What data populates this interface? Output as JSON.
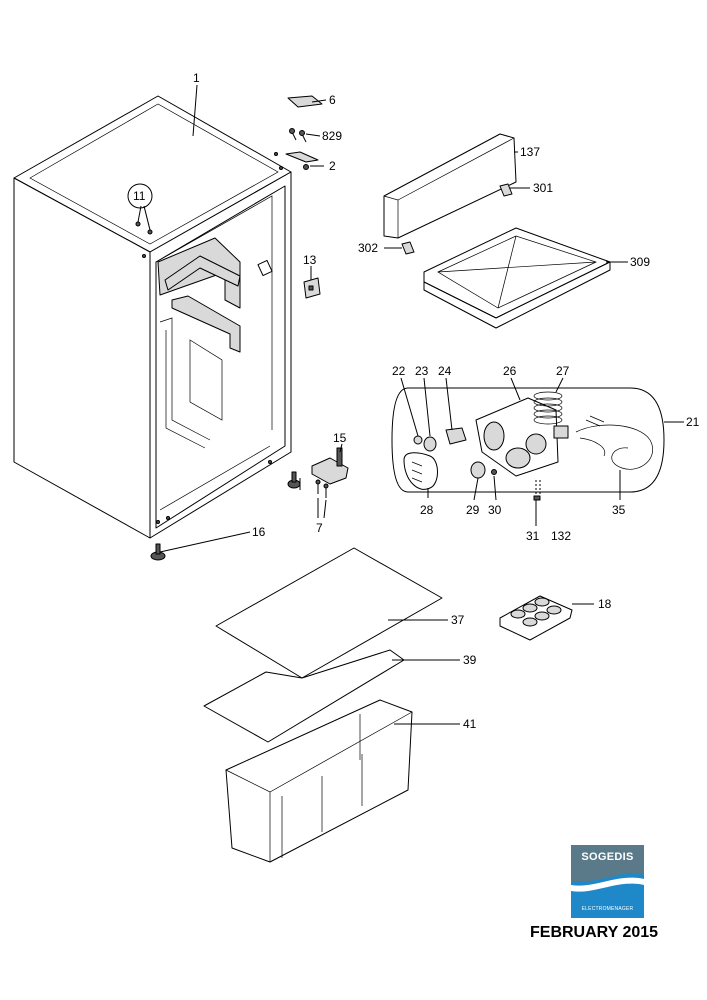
{
  "labels": {
    "p1": "1",
    "p6": "6",
    "p829": "829",
    "p2": "2",
    "p137": "137",
    "p301": "301",
    "p11": "11",
    "p302": "302",
    "p309": "309",
    "p13": "13",
    "p22": "22",
    "p23": "23",
    "p24": "24",
    "p26": "26",
    "p27": "27",
    "p21": "21",
    "p15": "15",
    "p28": "28",
    "p29": "29",
    "p30": "30",
    "p31": "31",
    "p132": "132",
    "p35": "35",
    "p16": "16",
    "p7": "7",
    "p18": "18",
    "p37": "37",
    "p39": "39",
    "p41": "41"
  },
  "logo": {
    "brand": "SOGEDIS",
    "sub": "ELECTROMENAGER",
    "colors": {
      "top": "#5a7a8a",
      "bottom": "#1e88c8",
      "wave": "#ffffff"
    }
  },
  "footer": {
    "date": "FEBRUARY 2015"
  }
}
